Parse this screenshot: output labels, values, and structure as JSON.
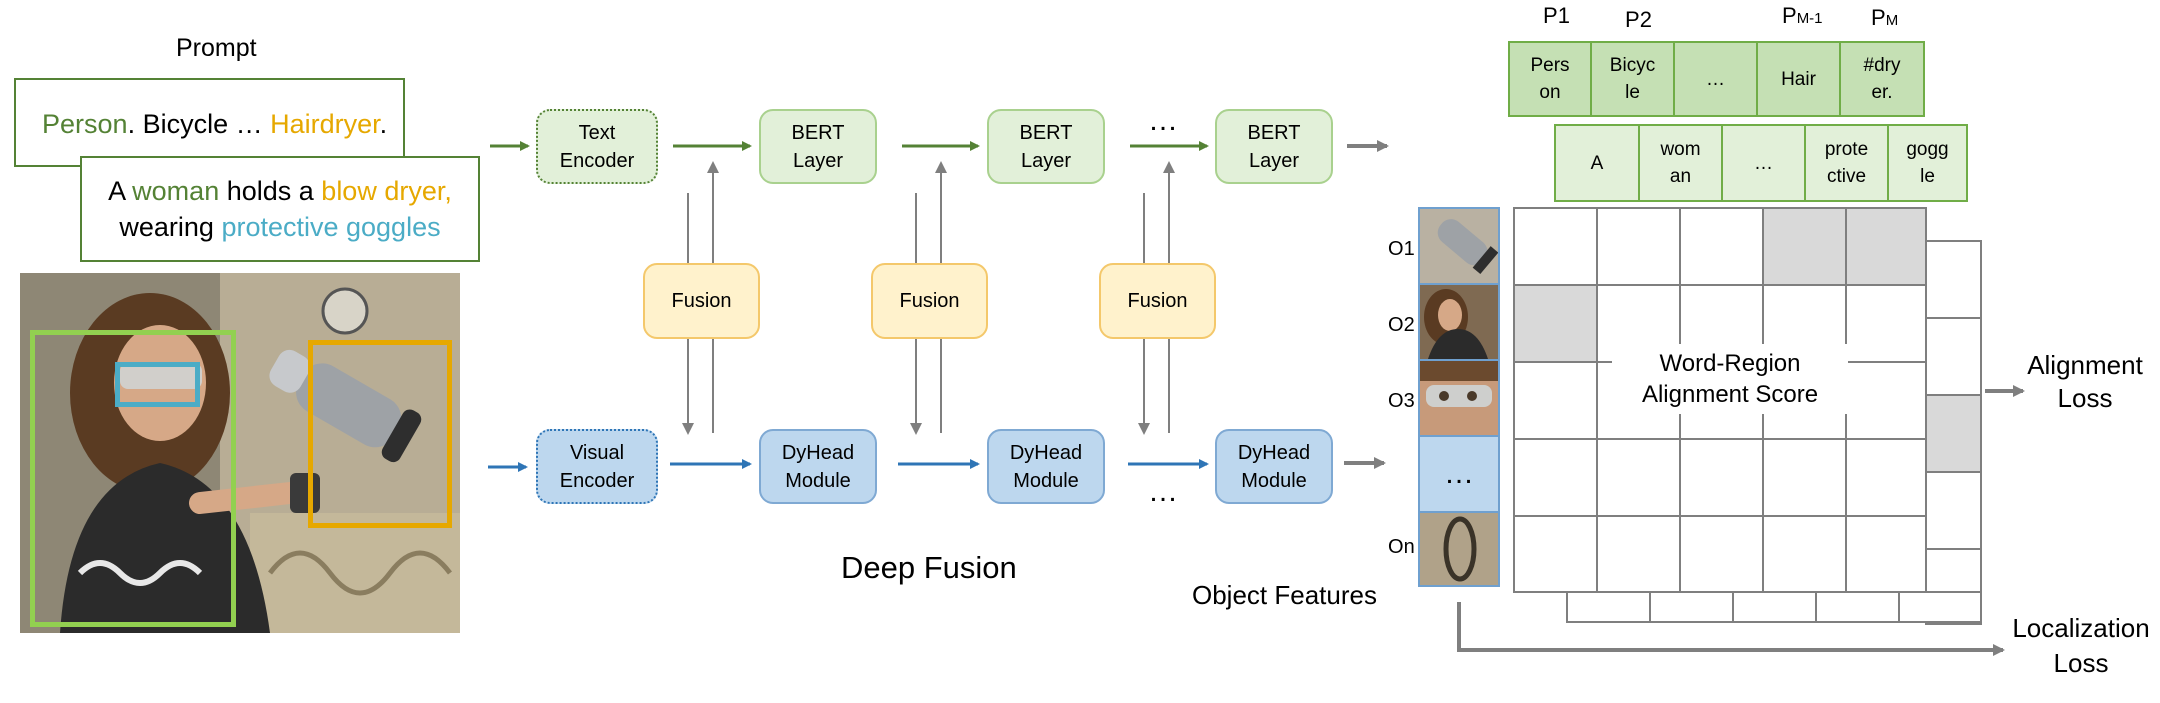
{
  "prompt": {
    "title": "Prompt",
    "line1": [
      {
        "text": "Person",
        "color": "#548235"
      },
      {
        "text": ". Bicycle … ",
        "color": "#000000"
      },
      {
        "text": "Hairdryer",
        "color": "#e6a800"
      },
      {
        "text": ".",
        "color": "#000000"
      }
    ],
    "line2a": [
      {
        "text": "A ",
        "color": "#000000"
      },
      {
        "text": "woman",
        "color": "#548235"
      },
      {
        "text": " holds a ",
        "color": "#000000"
      },
      {
        "text": "blow dryer,",
        "color": "#e6a800"
      }
    ],
    "line2b": [
      {
        "text": "wearing ",
        "color": "#000000"
      },
      {
        "text": "protective goggles",
        "color": "#4bacc6"
      }
    ]
  },
  "encoders": {
    "text": "Text\nEncoder",
    "visual": "Visual\nEncoder"
  },
  "bert_layers": [
    "BERT\nLayer",
    "BERT\nLayer",
    "BERT\nLayer"
  ],
  "fusion_blocks": [
    "Fusion",
    "Fusion",
    "Fusion"
  ],
  "dyhead_modules": [
    "DyHead\nModule",
    "DyHead\nModule",
    "DyHead\nModule"
  ],
  "ellipsis": "…",
  "labels": {
    "deep_fusion": "Deep Fusion",
    "object_features": "Object Features",
    "alignment_score": "Word-Region\nAlignment Score",
    "alignment_loss": "Alignment\nLoss",
    "localization_loss": "Localization\nLoss"
  },
  "phrase_labels": [
    {
      "main": "P",
      "sub": "1"
    },
    {
      "main": "P",
      "sub": "2"
    },
    {
      "main": "P",
      "sub": "M-1"
    },
    {
      "main": "P",
      "sub": "M"
    }
  ],
  "tokens_row1": [
    "Pers\non",
    "Bicyc\nle",
    "…",
    "Hair",
    "#dry\ner."
  ],
  "tokens_row2": [
    "A",
    "wom\nan",
    "…",
    "prote\nctive",
    "gogg\nle"
  ],
  "object_labels": [
    {
      "main": "O",
      "sub": "1"
    },
    {
      "main": "O",
      "sub": "2"
    },
    {
      "main": "O",
      "sub": "3"
    },
    {
      "main": "O",
      "sub": "n"
    }
  ],
  "object_dots": "…",
  "colors": {
    "text_path": "#548235",
    "visual_path": "#2e75b6",
    "gray_arrow": "#7f7f7f",
    "person_box": "#92d050",
    "hairdryer_box": "#e6a800",
    "goggles_box": "#4bacc6"
  }
}
